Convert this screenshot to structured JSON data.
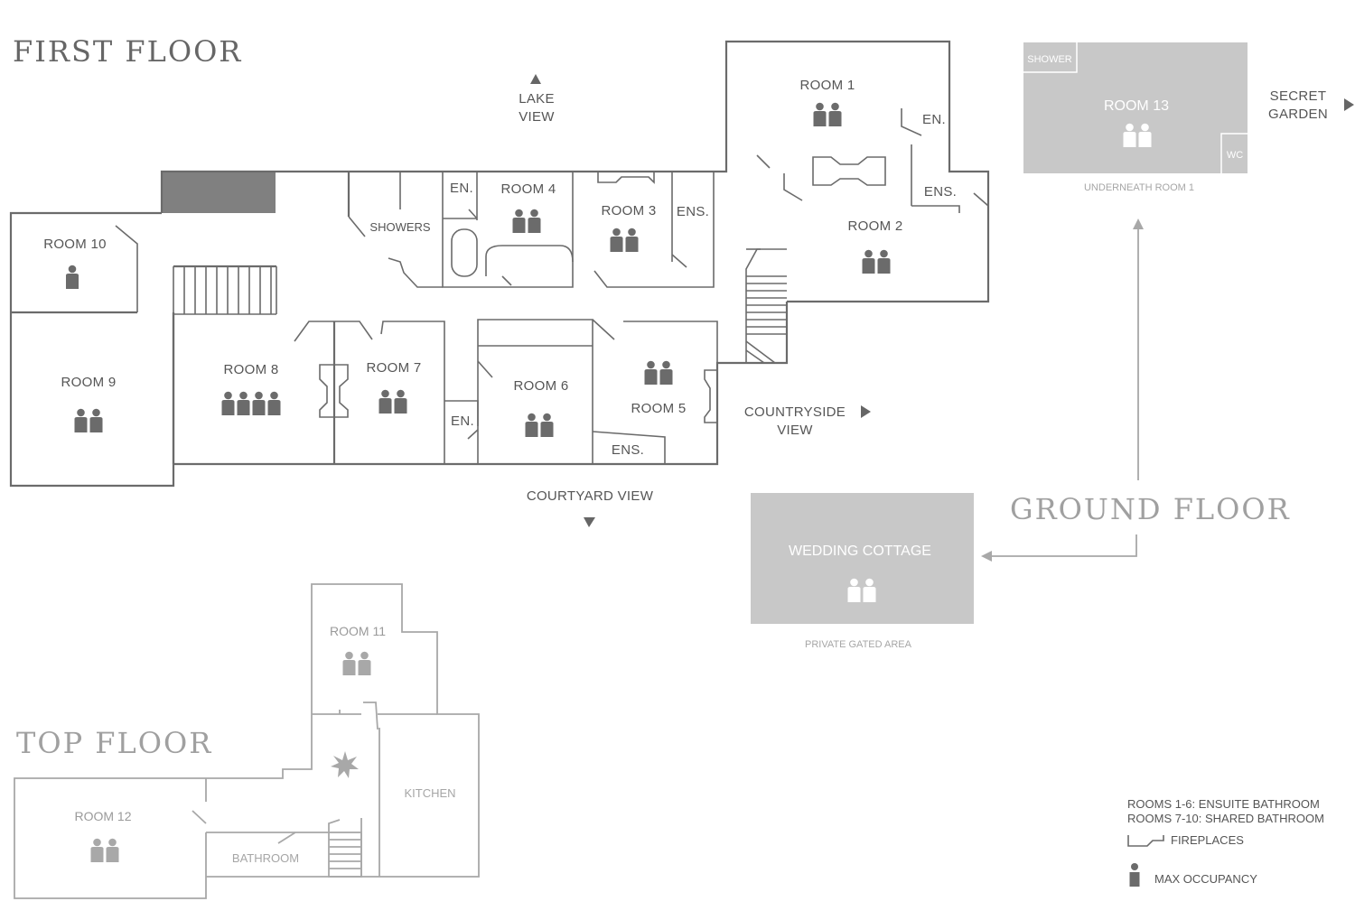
{
  "floors": {
    "first": "FIRST FLOOR",
    "ground": "GROUND FLOOR",
    "top": "TOP FLOOR"
  },
  "directions": {
    "lake": [
      "LAKE",
      "VIEW"
    ],
    "countryside": [
      "COUNTRYSIDE",
      "VIEW"
    ],
    "courtyard": "COURTYARD VIEW",
    "secret_garden": [
      "SECRET",
      "GARDEN"
    ]
  },
  "rooms": {
    "room1": "ROOM 1",
    "room2": "ROOM 2",
    "room3": "ROOM  3",
    "room4": "ROOM  4",
    "room5": "ROOM 5",
    "room6": "ROOM 6",
    "room7": "ROOM 7",
    "room8": "ROOM 8",
    "room9": "ROOM 9",
    "room10": "ROOM 10",
    "room11": "ROOM 11",
    "room12": "ROOM  12",
    "room13": "ROOM 13",
    "wedding_cottage": "WEDDING COTTAGE"
  },
  "fixtures": {
    "en": "EN.",
    "ens": "ENS.",
    "showers": "SHOWERS",
    "shower": "SHOWER",
    "wc": "WC",
    "kitchen": "KITCHEN",
    "bathroom": "BATHROOM"
  },
  "notes": {
    "underneath_room1": "UNDERNEATH ROOM 1",
    "private_gated_area": "PRIVATE GATED AREA"
  },
  "occupancy": {
    "room1": 2,
    "room2": 2,
    "room3": 2,
    "room4": 2,
    "room5": 2,
    "room6": 2,
    "room7": 2,
    "room8": 4,
    "room9": 2,
    "room10": 1,
    "room11": 2,
    "room12": 2,
    "room13": 2,
    "wedding_cottage": 2
  },
  "legend": {
    "ensuite": "ROOMS 1-6: ENSUITE BATHROOM",
    "shared": "ROOMS 7-10: SHARED BATHROOM",
    "fireplaces": "FIREPLACES",
    "max_occupancy": "MAX OCCUPANCY"
  },
  "colors": {
    "wall": "#6b6b6b",
    "text": "#555555",
    "light_fill": "#c8c8c8",
    "dark_fill": "#808080",
    "title_dark": "#666666",
    "title_light": "#a0a0a0"
  }
}
